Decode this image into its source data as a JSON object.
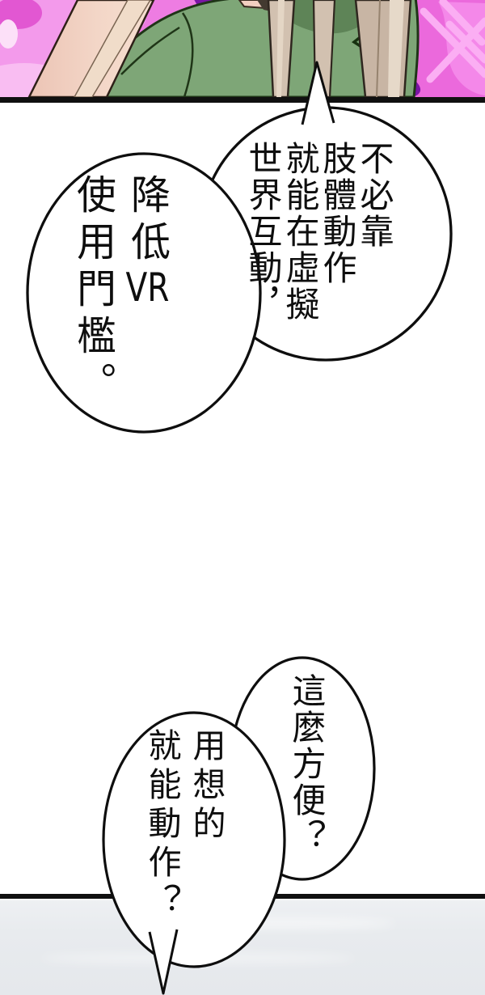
{
  "page_type": "comic-page",
  "bubbles": [
    {
      "id": "bubble-1",
      "text": "不必靠\n肢體動作\n就能在虛擬\n世界互動，"
    },
    {
      "id": "bubble-2",
      "seg_before_tcy": "降低",
      "tcy": "VR",
      "seg_after_tcy": "使用門檻。"
    },
    {
      "id": "bubble-3",
      "text": "這麼方便？"
    },
    {
      "id": "bubble-4",
      "text": "用想的\n就能動作？"
    }
  ],
  "colors": {
    "page_background": "#ffffff",
    "panel_border": "#101010",
    "bubble_fill": "#ffffff",
    "bubble_stroke": "#0e0e0e",
    "text": "#0e0e0e",
    "top_panel_purple": "#7a15a5",
    "aura_pink": "#ee7ce2",
    "aura_pink_light": "#f9bdf2",
    "jacket_green": "#7ea677",
    "jacket_outline": "#1f3517",
    "skin": "#f2d3c4",
    "hair_beige": "#cdbaa9",
    "bottom_panel_gray": "#e8ebee"
  }
}
